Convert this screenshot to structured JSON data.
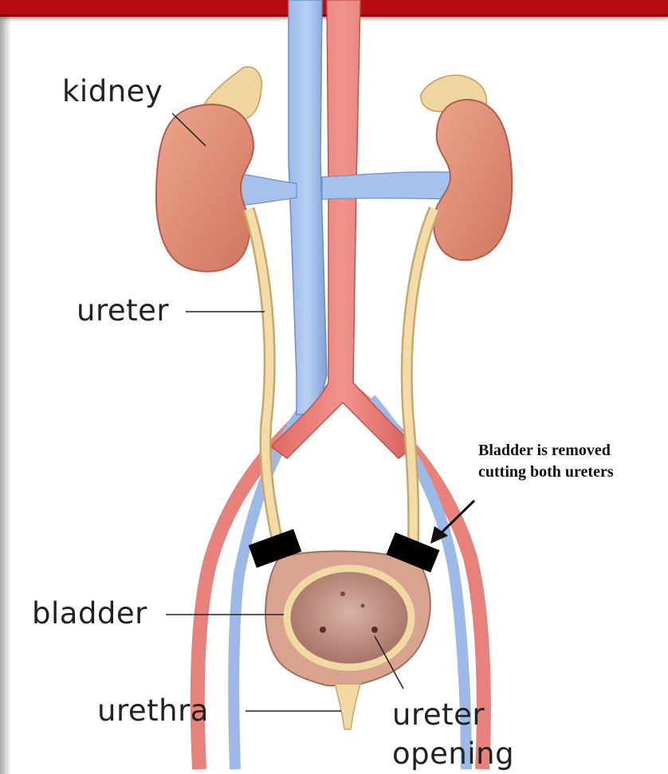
{
  "labels": {
    "kidney": "kidney",
    "ureter": "ureter",
    "bladder": "bladder",
    "urethra": "urethra",
    "ureter_opening_line1": "ureter",
    "ureter_opening_line2": "opening"
  },
  "annotation": {
    "line1": "Bladder is removed",
    "line2": "cutting both ureters"
  },
  "colors": {
    "header_band": "#b70d12",
    "vein": "#8aaee0",
    "artery": "#e3736d",
    "kidney": "#e3937a",
    "ureter": "#f1d9a3",
    "bladder": "#c99487",
    "clamp": "#000000"
  }
}
